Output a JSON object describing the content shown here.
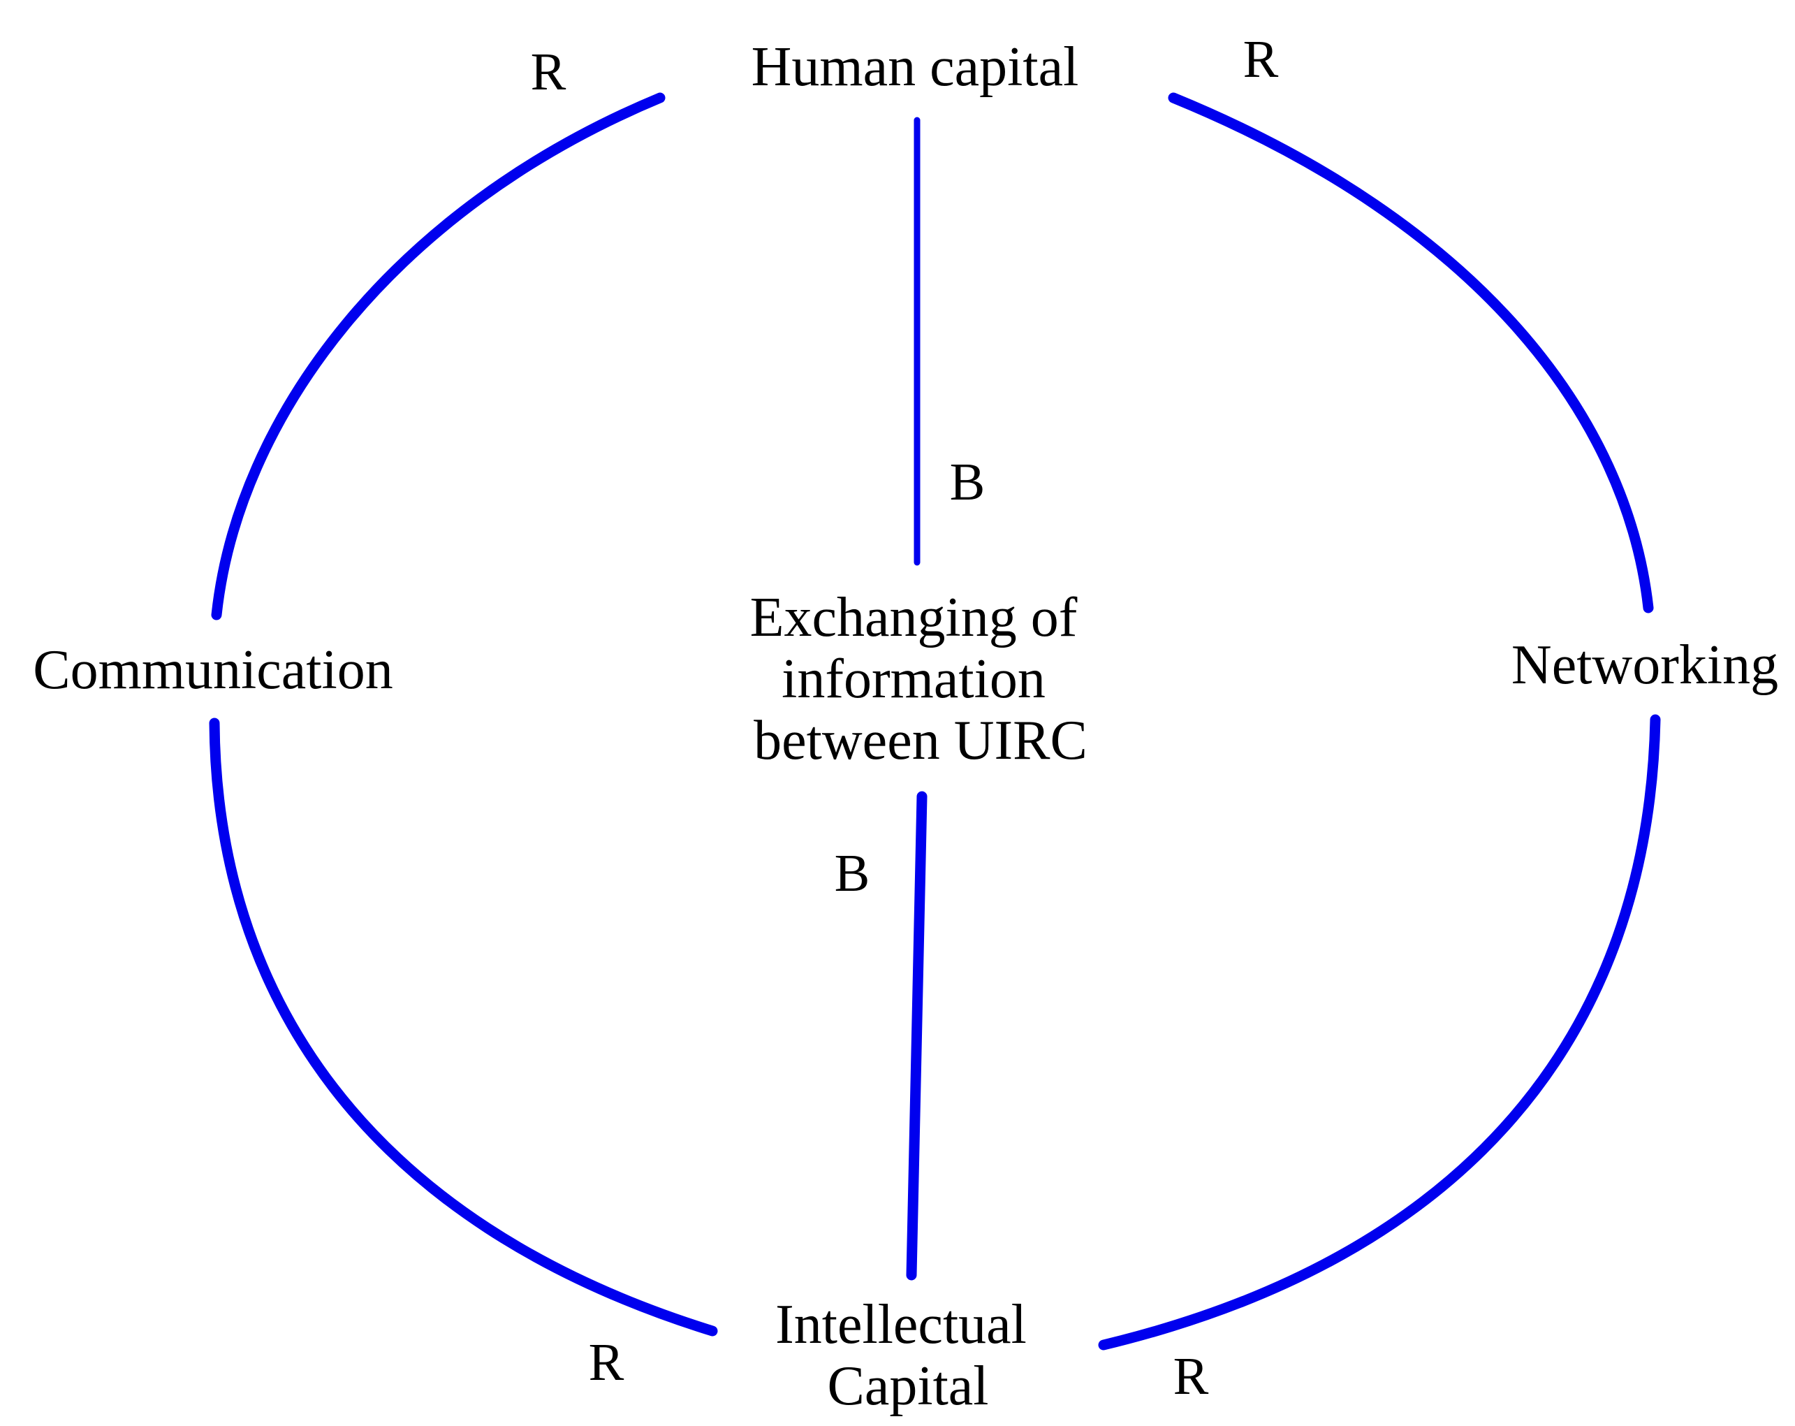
{
  "nodes": {
    "human_capital": {
      "label": "Human capital"
    },
    "exchanging": {
      "lines": [
        "Exchanging of",
        "information",
        "between UIRC"
      ]
    },
    "communication": {
      "label": "Communication"
    },
    "networking": {
      "label": "Networking"
    },
    "intellectual_capital": {
      "lines": [
        "Intellectual",
        "Capital"
      ]
    }
  },
  "links": [
    {
      "from": "Communication",
      "to": "Human capital",
      "polarity": "R"
    },
    {
      "from": "Networking",
      "to": "Human capital",
      "polarity": "R"
    },
    {
      "from": "Human capital",
      "to": "Exchanging of information between UIRC",
      "polarity": "B"
    },
    {
      "from": "Intellectual Capital",
      "to": "Exchanging of information between UIRC",
      "polarity": "B"
    },
    {
      "from": "Communication",
      "to": "Intellectual Capital",
      "polarity": "R"
    },
    {
      "from": "Networking",
      "to": "Intellectual Capital",
      "polarity": "R"
    }
  ],
  "colors": {
    "arrow": "#0000ee",
    "text": "#000000",
    "background": "#ffffff"
  }
}
